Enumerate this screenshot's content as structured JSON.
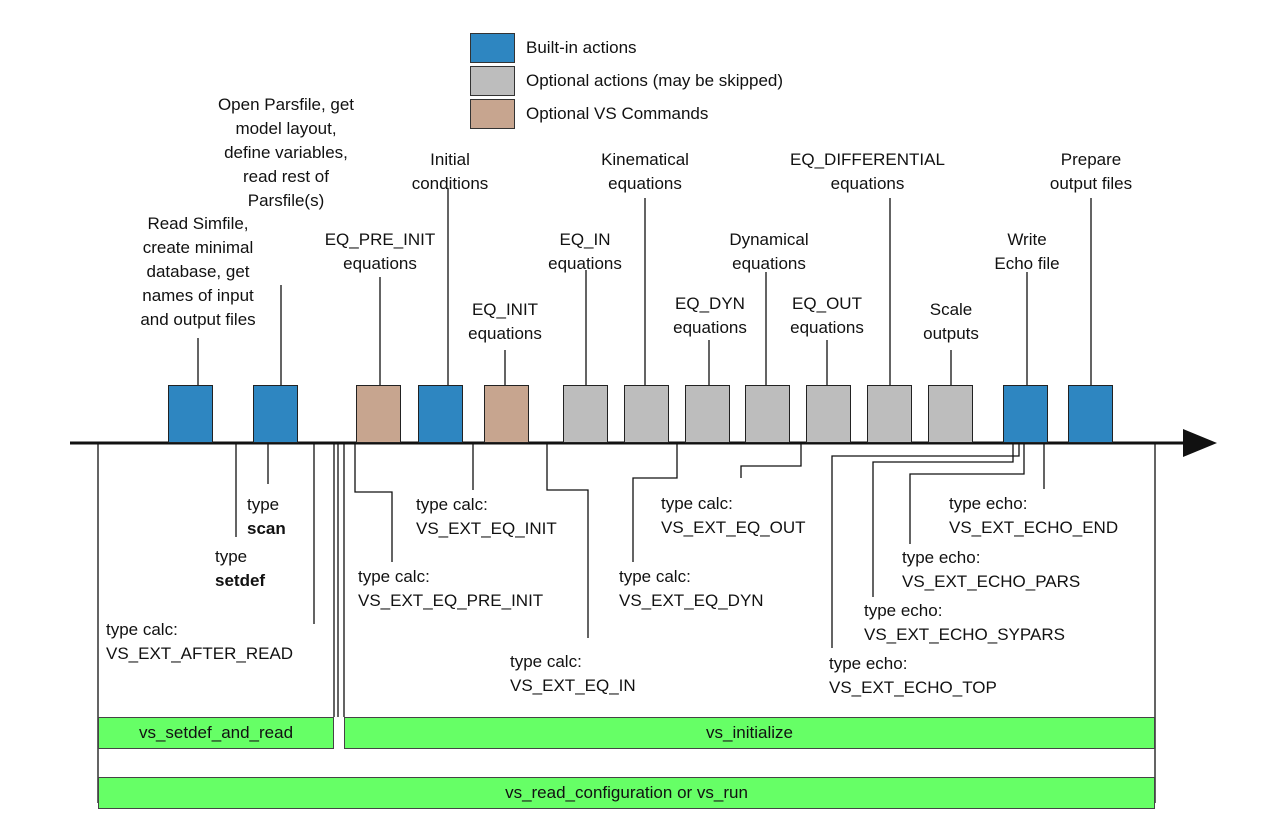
{
  "legend": {
    "builtin": {
      "label": "Built-in actions",
      "color": "#2e86c1"
    },
    "optional": {
      "label": "Optional actions (may be skipped)",
      "color": "#bdbdbd"
    },
    "vscmd": {
      "label": "Optional VS Commands",
      "color": "#c7a58f"
    }
  },
  "actions": [
    {
      "id": "read-simfile",
      "type": "builtin",
      "label": "Read Simfile,\ncreate minimal\ndatabase, get\nnames of input\nand output files"
    },
    {
      "id": "open-parsfile",
      "type": "builtin",
      "label": "Open Parsfile, get\nmodel layout,\ndefine variables,\nread rest of\nParsfile(s)"
    },
    {
      "id": "eq-pre-init",
      "type": "vscmd",
      "label": "EQ_PRE_INIT\nequations"
    },
    {
      "id": "initial-conditions",
      "type": "builtin",
      "label": "Initial\nconditions"
    },
    {
      "id": "eq-init",
      "type": "vscmd",
      "label": "EQ_INIT\nequations"
    },
    {
      "id": "eq-in",
      "type": "optional",
      "label": "EQ_IN\nequations"
    },
    {
      "id": "kinematical",
      "type": "optional",
      "label": "Kinematical\nequations"
    },
    {
      "id": "eq-dyn",
      "type": "optional",
      "label": "EQ_DYN\nequations"
    },
    {
      "id": "dynamical",
      "type": "optional",
      "label": "Dynamical\nequations"
    },
    {
      "id": "eq-out",
      "type": "optional",
      "label": "EQ_OUT\nequations"
    },
    {
      "id": "eq-differential",
      "type": "optional",
      "label": "EQ_DIFFERENTIAL\nequations"
    },
    {
      "id": "scale-outputs",
      "type": "optional",
      "label": "Scale\noutputs"
    },
    {
      "id": "write-echo",
      "type": "builtin",
      "label": "Write\nEcho file"
    },
    {
      "id": "prepare-output",
      "type": "builtin",
      "label": "Prepare\noutput files"
    }
  ],
  "callbacks": {
    "scan": {
      "prefix": "type",
      "type": "scan",
      "name": ""
    },
    "setdef": {
      "prefix": "type",
      "type": "setdef",
      "name": ""
    },
    "after_read": {
      "prefix": "type calc:",
      "name": "VS_EXT_AFTER_READ"
    },
    "pre_init": {
      "prefix": "type calc:",
      "name": "VS_EXT_EQ_PRE_INIT"
    },
    "eq_init": {
      "prefix": "type calc:",
      "name": "VS_EXT_EQ_INIT"
    },
    "eq_in": {
      "prefix": "type calc:",
      "name": "VS_EXT_EQ_IN"
    },
    "eq_dyn": {
      "prefix": "type calc:",
      "name": "VS_EXT_EQ_DYN"
    },
    "eq_out": {
      "prefix": "type calc:",
      "name": "VS_EXT_EQ_OUT"
    },
    "echo_end": {
      "prefix": "type echo:",
      "name": "VS_EXT_ECHO_END"
    },
    "echo_pars": {
      "prefix": "type echo:",
      "name": "VS_EXT_ECHO_PARS"
    },
    "echo_sypars": {
      "prefix": "type echo:",
      "name": "VS_EXT_ECHO_SYPARS"
    },
    "echo_top": {
      "prefix": "type echo:",
      "name": "VS_EXT_ECHO_TOP"
    }
  },
  "bars": {
    "setdef_and_read": "vs_setdef_and_read",
    "initialize": "vs_initialize",
    "read_configuration": "vs_read_configuration or vs_run"
  }
}
